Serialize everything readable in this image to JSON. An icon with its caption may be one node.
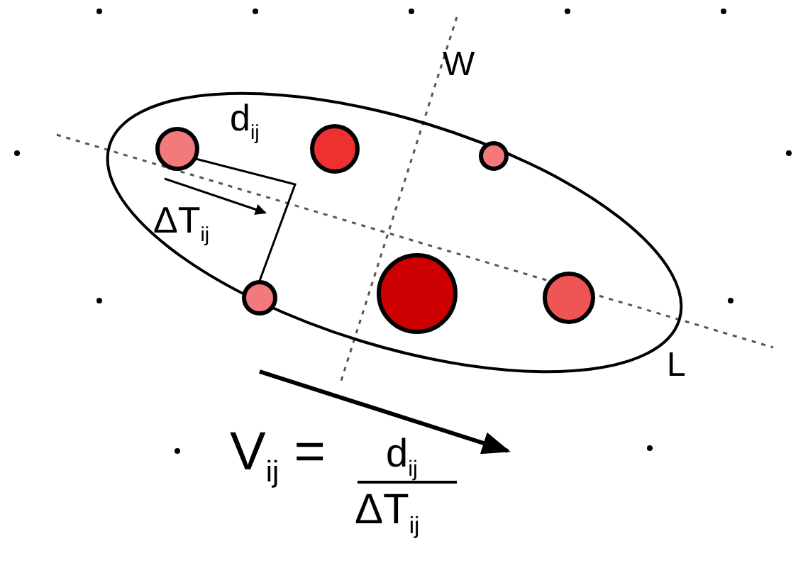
{
  "diagram": {
    "labels": [
      "W",
      "d$_{ij}$",
      "ΔT$_{ij}$",
      "L",
      "V$_{ij}$ =",
      "d$_{ij}$",
      "ΔT$_{ij}$"
    ]
  }
}
